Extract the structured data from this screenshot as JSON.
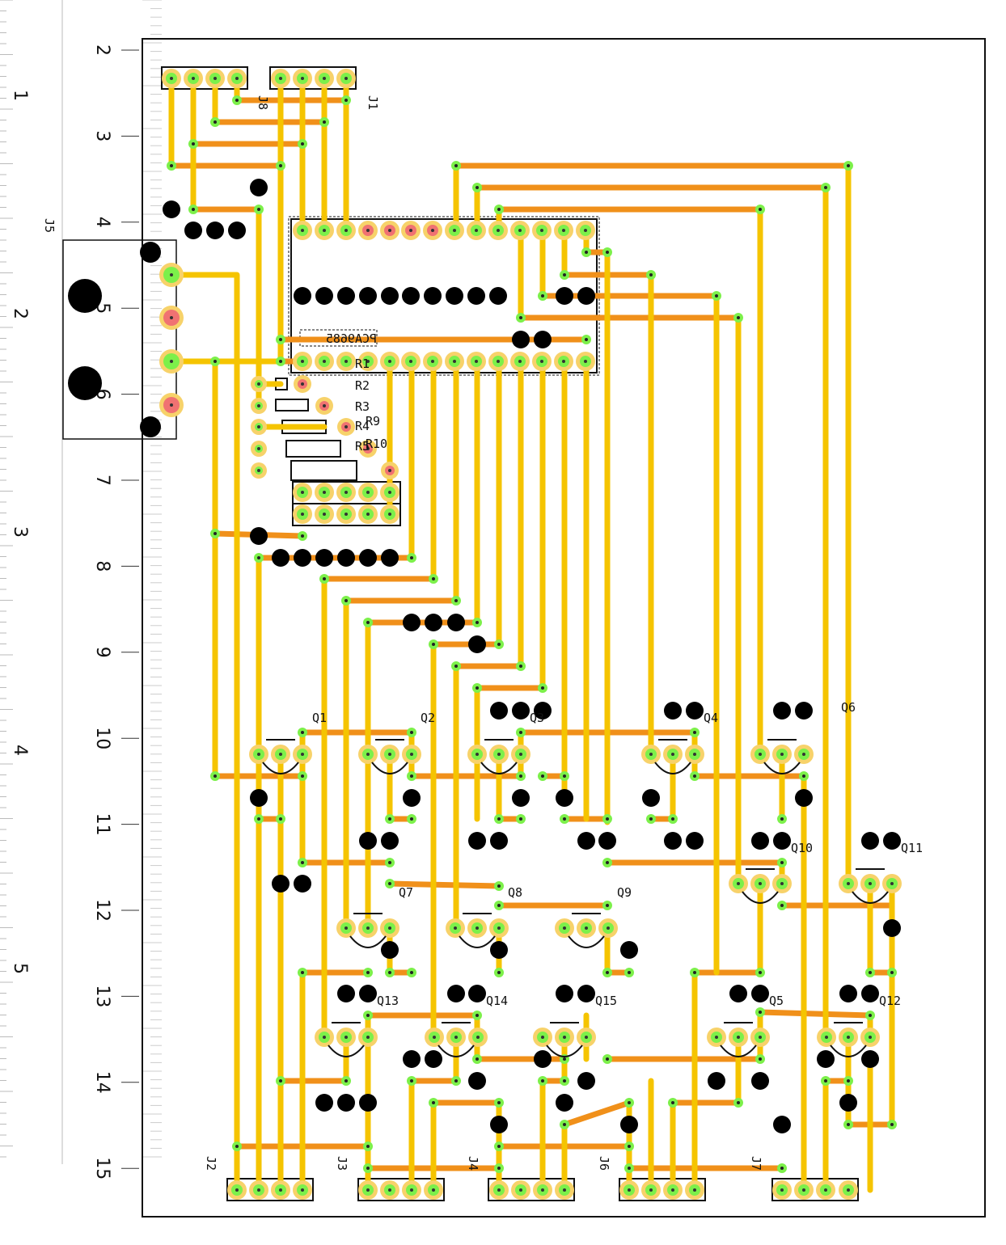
{
  "ruler_left": [
    "1",
    "2",
    "3",
    "4",
    "5"
  ],
  "ruler_board": [
    "2",
    "3",
    "4",
    "5",
    "6",
    "7",
    "8",
    "9",
    "10",
    "11",
    "12",
    "13",
    "14",
    "15"
  ],
  "connector_labels": {
    "j8": "J8",
    "j1": "J1",
    "j5": "J5",
    "j2": "J2",
    "j3": "J3",
    "j4": "J4",
    "j6": "J6",
    "j7": "J7"
  },
  "ic_label": "PCA9685",
  "resistor_labels": [
    "R1",
    "R2",
    "R3",
    "R4",
    "R5",
    "R9",
    "R10"
  ],
  "transistor_labels": [
    "Q1",
    "Q2",
    "Q3",
    "Q4",
    "Q6",
    "Q7",
    "Q8",
    "Q9",
    "Q10",
    "Q11",
    "Q13",
    "Q14",
    "Q15",
    "Q5",
    "Q12"
  ],
  "colors": {
    "trace_top": "#f5c400",
    "trace_bottom": "#f0901a",
    "pad_ring": "#f7d26a",
    "pad_green": "#7cf04a",
    "pad_red": "#f07272",
    "via_black": "#000000",
    "outline": "#111111"
  }
}
